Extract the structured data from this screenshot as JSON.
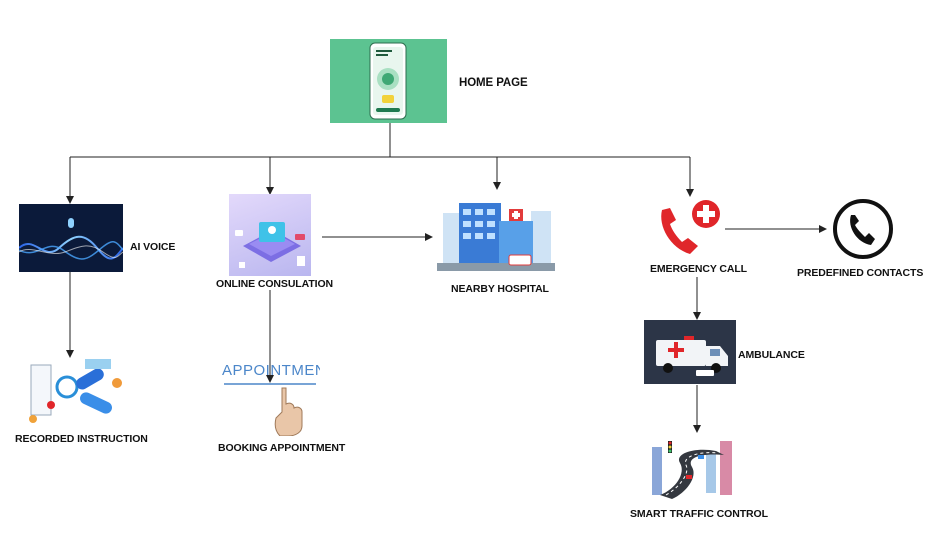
{
  "nodes": {
    "home": {
      "label": "HOME PAGE",
      "icon": "phone-app-illustration"
    },
    "ai_voice": {
      "label": "AI VOICE",
      "icon": "voice-wave-illustration"
    },
    "online_consultation": {
      "label": "ONLINE CONSULATION",
      "icon": "video-consultation-illustration"
    },
    "nearby_hospital": {
      "label": "NEARBY HOSPITAL",
      "icon": "hospital-building-illustration"
    },
    "emergency_call": {
      "label": "EMERGENCY CALL",
      "icon": "emergency-phone-icon"
    },
    "predefined_contacts": {
      "label": "PREDEFINED CONTACTS",
      "icon": "phone-circle-icon"
    },
    "recorded_instruction": {
      "label": "RECORDED INSTRUCTION",
      "icon": "medical-instruction-illustration"
    },
    "booking_appointment": {
      "label": "BOOKING APPOINTMENT",
      "icon": "appointment-hand-illustration",
      "image_text": "APPOINTMENT"
    },
    "ambulance": {
      "label": "AMBULANCE",
      "icon": "ambulance-illustration"
    },
    "smart_traffic_control": {
      "label": "SMART TRAFFIC CONTROL",
      "icon": "traffic-road-illustration"
    }
  },
  "colors": {
    "home_bg": "#5cc391",
    "ai_bg": "#0b1a3a",
    "consult_bg": "#c9c6f2",
    "emergency_red": "#e0262a",
    "ambulance_bg": "#2c3547",
    "connector": "#222222"
  }
}
